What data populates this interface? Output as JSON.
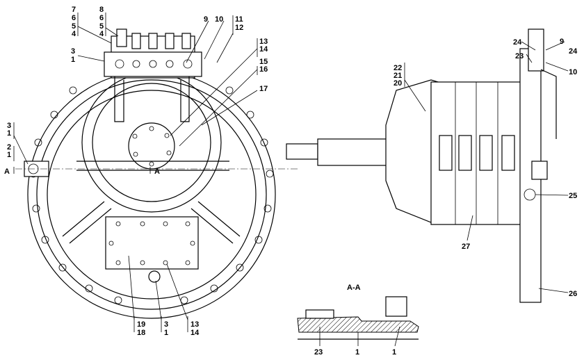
{
  "callouts": {
    "c7": "7",
    "c6a": "6",
    "c5a": "5",
    "c4a": "4",
    "c8": "8",
    "c6b": "6",
    "c5b": "5",
    "c4b": "4",
    "c9": "9",
    "c10": "10",
    "c11": "11",
    "c12": "12",
    "c13": "13",
    "c14": "14",
    "c15": "15",
    "c16": "16",
    "c17": "17",
    "c3a": "3",
    "c1a": "1",
    "c3b": "3",
    "c1b": "1",
    "c2": "2",
    "c1c": "1",
    "c19": "19",
    "c18": "18",
    "c3c": "3",
    "c1d": "1",
    "c13b": "13",
    "c14b": "14",
    "c22": "22",
    "c21": "21",
    "c20": "20",
    "c24a": "24",
    "c9b": "9",
    "c24b": "24",
    "c23a": "23",
    "c10b": "10",
    "c25": "25",
    "c26": "26",
    "c27": "27",
    "c23b": "23",
    "c1e": "1",
    "c1f": "1"
  },
  "section_marks": {
    "a_left": "A",
    "a_right": "A",
    "section_title": "A-A"
  }
}
